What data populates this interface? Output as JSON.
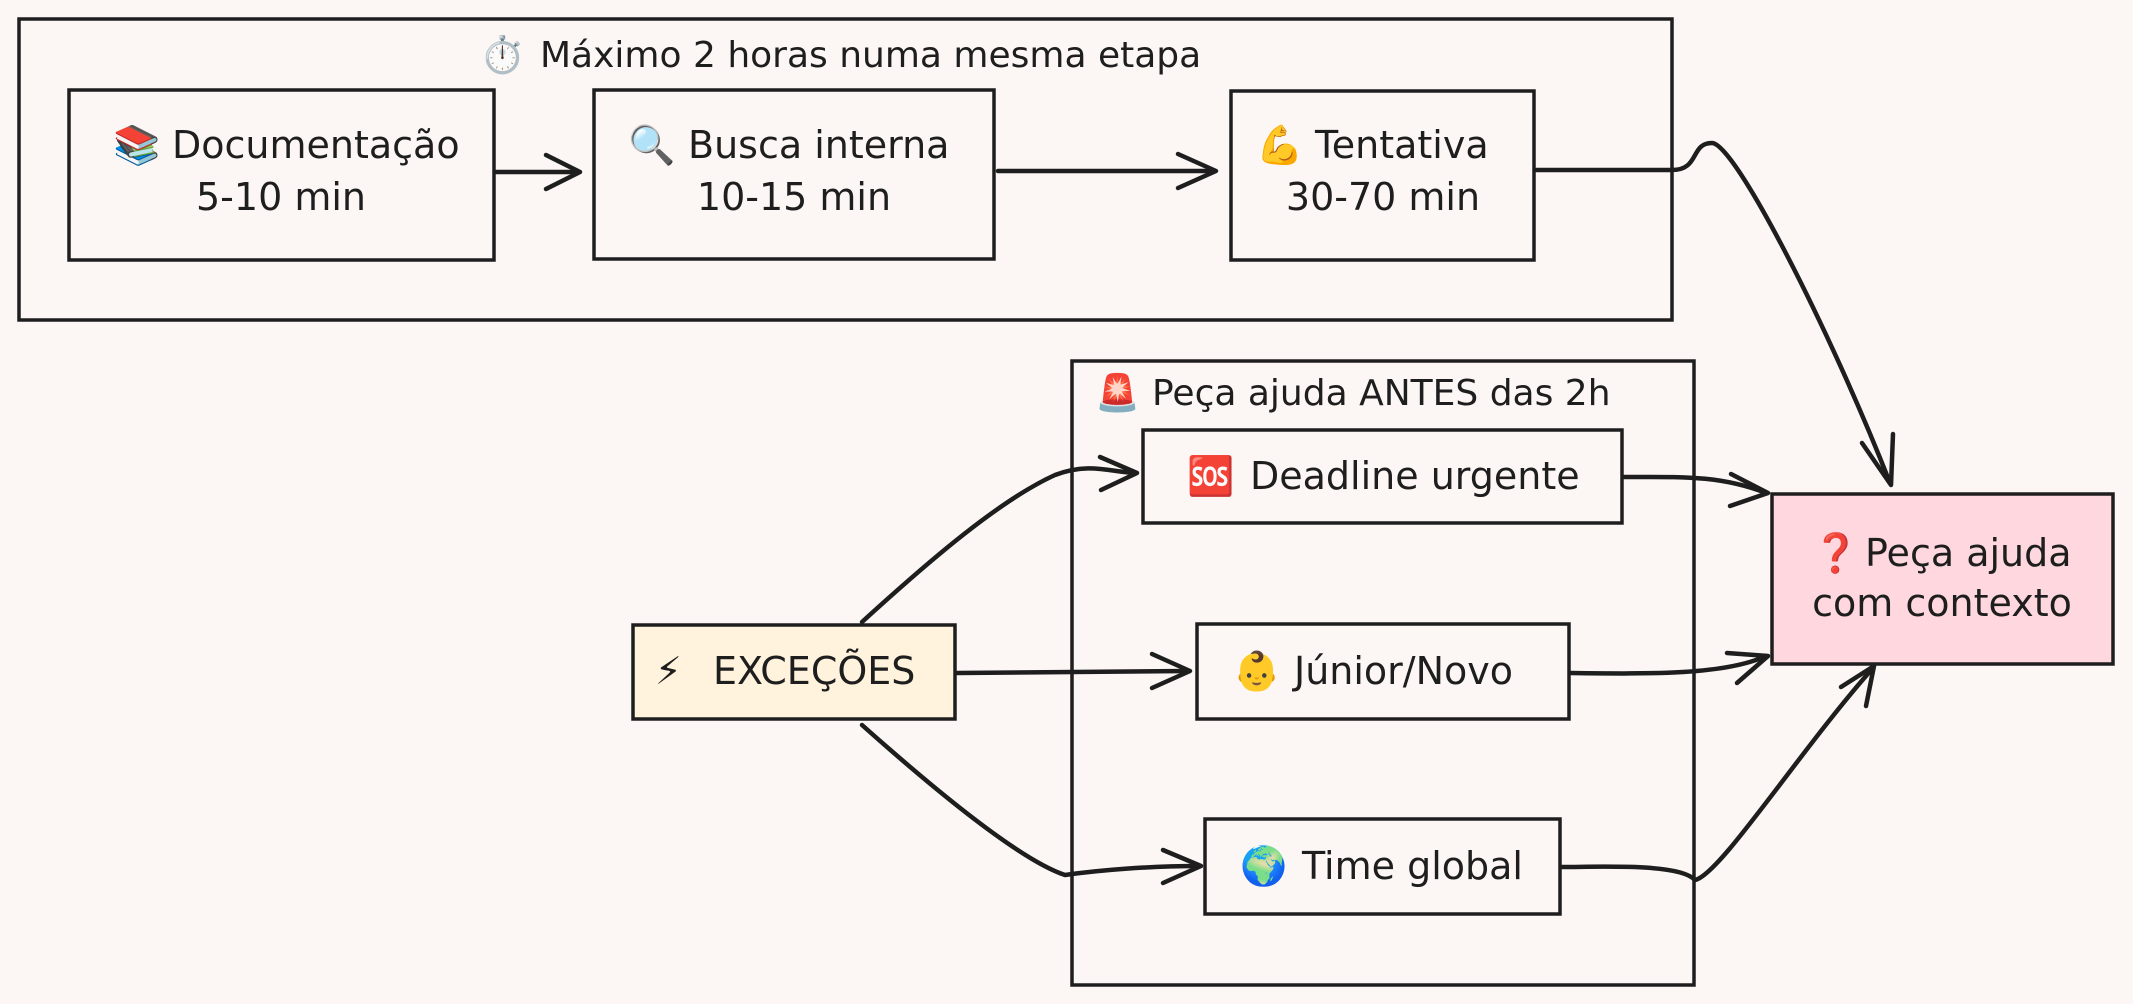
{
  "groups": {
    "max_time": {
      "label": "Máximo 2 horas numa mesma etapa",
      "icon": "⏱️",
      "icon_name": "stopwatch-icon"
    },
    "ask_before": {
      "label": "Peça ajuda ANTES das 2h",
      "icon": "🚨",
      "icon_name": "siren-icon"
    }
  },
  "nodes": {
    "documentacao": {
      "icon": "📚",
      "icon_name": "books-icon",
      "line1": "Documentação",
      "line2": "5-10 min"
    },
    "busca": {
      "icon": "🔍",
      "icon_name": "magnifier-icon",
      "line1": "Busca interna",
      "line2": "10-15 min"
    },
    "tentativa": {
      "icon": "💪",
      "icon_name": "flexed-arm-icon",
      "line1": "Tentativa",
      "line2": "30-70 min"
    },
    "deadline": {
      "icon": "🆘",
      "icon_name": "sos-icon",
      "line1": "Deadline urgente"
    },
    "junior": {
      "icon": "👶",
      "icon_name": "baby-icon",
      "line1": "Júnior/Novo"
    },
    "time_global": {
      "icon": "🌍",
      "icon_name": "globe-icon",
      "line1": "Time global"
    },
    "excecoes": {
      "icon": "⚡",
      "icon_name": "lightning-icon",
      "line1": "EXCEÇÕES"
    },
    "peca_ajuda": {
      "icon": "❓",
      "icon_name": "question-icon",
      "line1": "Peça ajuda",
      "line2": "com contexto"
    }
  },
  "colors": {
    "background": "#fcf7f4",
    "stroke": "#1e1e1e",
    "excecoes_fill": "#fff3dd",
    "peca_ajuda_fill": "#ffd8df",
    "question_mark": "#d0021b"
  }
}
